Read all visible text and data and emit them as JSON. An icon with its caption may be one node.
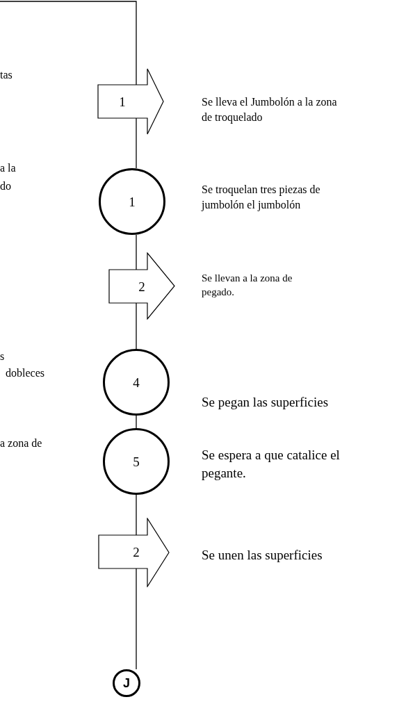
{
  "diagram": {
    "nodes": [
      {
        "text": [
          "1"
        ],
        "beside": [
          "Se lleva el Jumbolón a la zona de troquelado"
        ]
      },
      {
        "text": [
          "1"
        ],
        "beside": [
          "Se troquelan tres piezas de jumbolón el jumbolón"
        ]
      },
      {
        "text": [
          "2"
        ],
        "beside": [
          "Se llevan a la zona de pegado."
        ]
      },
      {
        "text": [
          "4"
        ],
        "beside": [
          "Se pegan las superficies"
        ]
      },
      {
        "text": [
          "5"
        ],
        "beside": [
          "Se espera a que catalice el pegante."
        ]
      },
      {
        "text": [
          "2"
        ],
        "beside": [
          "Se unen las superficies"
        ]
      },
      {
        "text": [
          "J"
        ]
      }
    ],
    "edges": [
      {
        "from": null,
        "to": 0,
        "arrow": "none"
      },
      {
        "from": 0,
        "to": 1,
        "arrow": "none"
      },
      {
        "from": 1,
        "to": 2,
        "arrow": "none"
      },
      {
        "from": 2,
        "to": 3,
        "arrow": "none"
      },
      {
        "from": 3,
        "to": 4,
        "arrow": "none"
      },
      {
        "from": 4,
        "to": 5,
        "arrow": "none"
      },
      {
        "from": 5,
        "to": 6,
        "arrow": "none"
      }
    ],
    "labels": [
      "tas",
      "a la",
      "do",
      "s",
      "dobleces",
      "a zona de"
    ]
  }
}
